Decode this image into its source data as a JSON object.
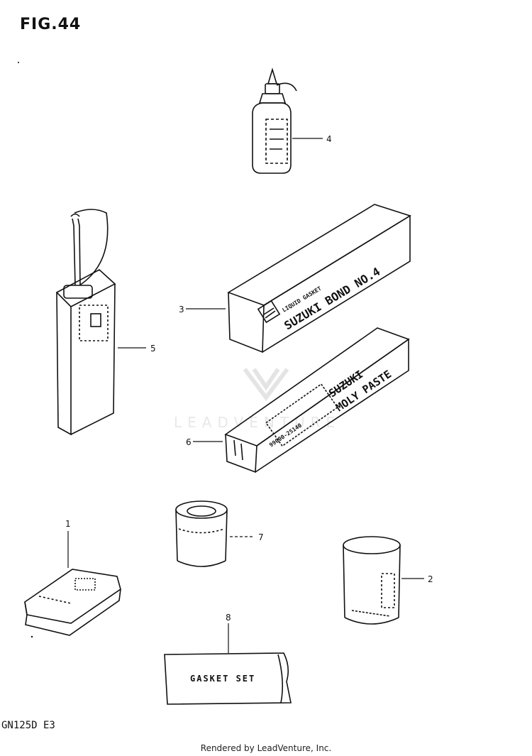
{
  "figure": {
    "title": "FIG.44",
    "model_code": "GN125D E3",
    "footer": "Rendered by LeadVenture, Inc."
  },
  "watermark": {
    "text": "LEADVENTURE"
  },
  "parts": [
    {
      "ref": "1"
    },
    {
      "ref": "2"
    },
    {
      "ref": "3",
      "label_line1": "SUZUKI BOND NO.4",
      "label_line2": "LIQUID GASKET"
    },
    {
      "ref": "4"
    },
    {
      "ref": "5"
    },
    {
      "ref": "6",
      "label_line1": "SUZUKI",
      "label_line2": "MOLY PASTE",
      "code": "99000-25140"
    },
    {
      "ref": "7"
    },
    {
      "ref": "8",
      "label_line1": "GASKET SET"
    }
  ]
}
